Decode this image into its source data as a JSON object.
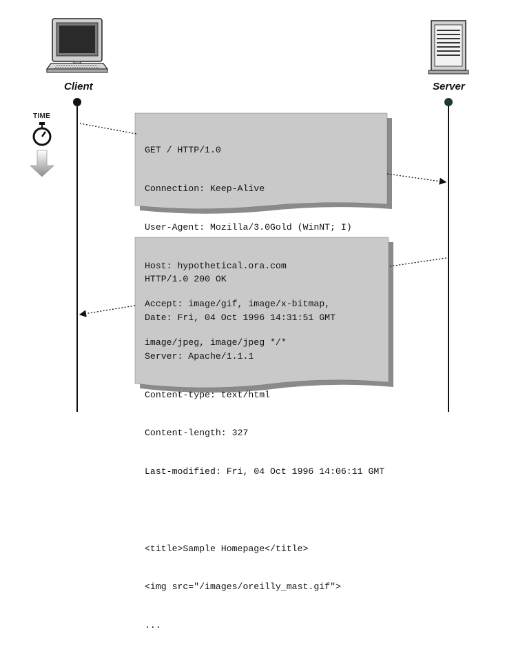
{
  "labels": {
    "client": "Client",
    "server": "Server",
    "time": "TIME"
  },
  "icons": {
    "client": "desktop-computer-icon",
    "server": "server-tower-icon",
    "time": "stopwatch-icon",
    "time_arrow": "down-arrow-icon"
  },
  "colors": {
    "box_fill": "#c9c9c9",
    "box_shadow": "#8a8a8a",
    "line": "#111111",
    "server_dot": "#1f3a34"
  },
  "request": {
    "lines": [
      "GET / HTTP/1.0",
      "Connection: Keep-Alive",
      "User-Agent: Mozilla/3.0Gold (WinNT; I)",
      "Host: hypothetical.ora.com",
      "Accept: image/gif, image/x-bitmap,",
      "image/jpeg, image/jpeg */*"
    ]
  },
  "response": {
    "lines": [
      "HTTP/1.0 200 OK",
      "Date: Fri, 04 Oct 1996 14:31:51 GMT",
      "Server: Apache/1.1.1",
      "Content-type: text/html",
      "Content-length: 327",
      "Last-modified: Fri, 04 Oct 1996 14:06:11 GMT",
      "",
      "<title>Sample Homepage</title>",
      "<img src=\"/images/oreilly_mast.gif\">",
      "..."
    ]
  }
}
